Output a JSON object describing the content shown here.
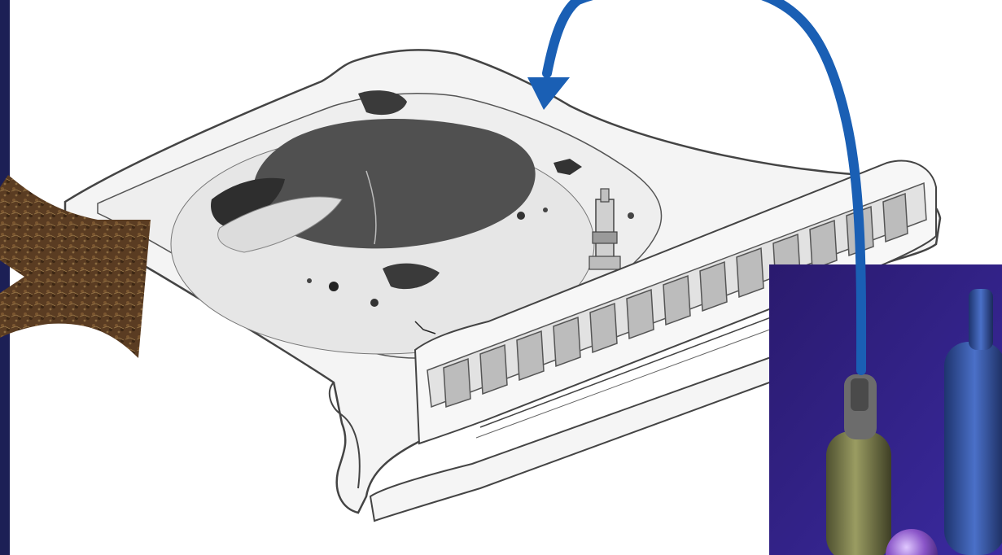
{
  "figure": {
    "background_color": "#1c1f55",
    "panel_color": "#ffffff",
    "arrow_color": "#1a5fb4",
    "device_line_color": "#444444",
    "dark_deposit_color": "#505050",
    "soil_color": "#5a3c22",
    "cylinder_colors": [
      "#7d7f52",
      "#2f4f98",
      "#8a55c8"
    ],
    "icons": [
      "dish-apparatus",
      "soil-sample-inset",
      "gas-cylinders-photo",
      "flow-arrow"
    ]
  }
}
